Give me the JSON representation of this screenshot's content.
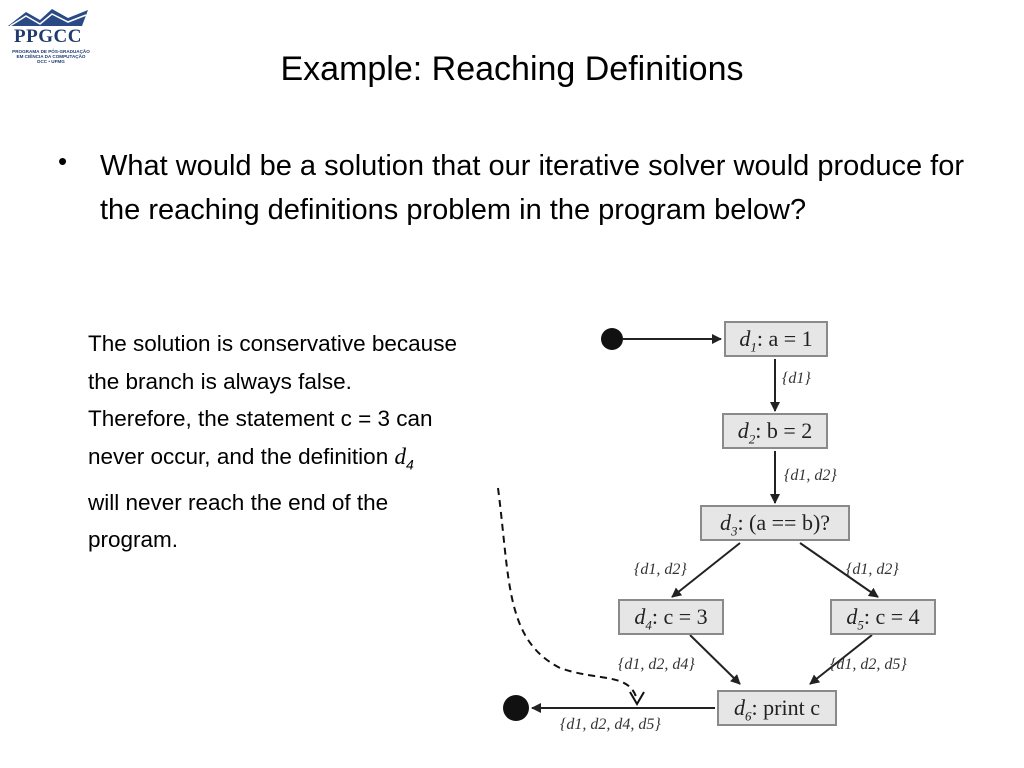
{
  "logo": {
    "name": "PPGCC",
    "line1": "PROGRAMA DE PÓS-GRADUAÇÃO",
    "line2": "EM CIÊNCIA DA COMPUTAÇÃO",
    "line3": "DCC • UFMG"
  },
  "title": "Example: Reaching Definitions",
  "bullet": "What would be a solution that our iterative solver would produce for the reaching definitions problem in the program below?",
  "note": {
    "line1": "The solution is conservative because",
    "line2": "the branch is always false.",
    "line3": "Therefore, the statement c = 3 can",
    "line4a": "never occur, and the definition ",
    "line4_var": "d",
    "line4_sub": "4",
    "line5": "will never reach the end of the",
    "line6": "program."
  },
  "cfg": {
    "nodes": [
      {
        "d": "d",
        "sub": "1",
        "stmt": ": a = 1"
      },
      {
        "d": "d",
        "sub": "2",
        "stmt": ": b = 2"
      },
      {
        "d": "d",
        "sub": "3",
        "stmt": ": (a == b)?"
      },
      {
        "d": "d",
        "sub": "4",
        "stmt": ": c = 3"
      },
      {
        "d": "d",
        "sub": "5",
        "stmt": ": c = 4"
      },
      {
        "d": "d",
        "sub": "6",
        "stmt": ": print c"
      }
    ],
    "edges": [
      {
        "label": "{d1}"
      },
      {
        "label": "{d1, d2}"
      },
      {
        "label": "{d1, d2}"
      },
      {
        "label": "{d1, d2}"
      },
      {
        "label": "{d1, d2, d4}"
      },
      {
        "label": "{d1, d2, d5}"
      },
      {
        "label": "{d1, d2, d4, d5}"
      }
    ]
  }
}
